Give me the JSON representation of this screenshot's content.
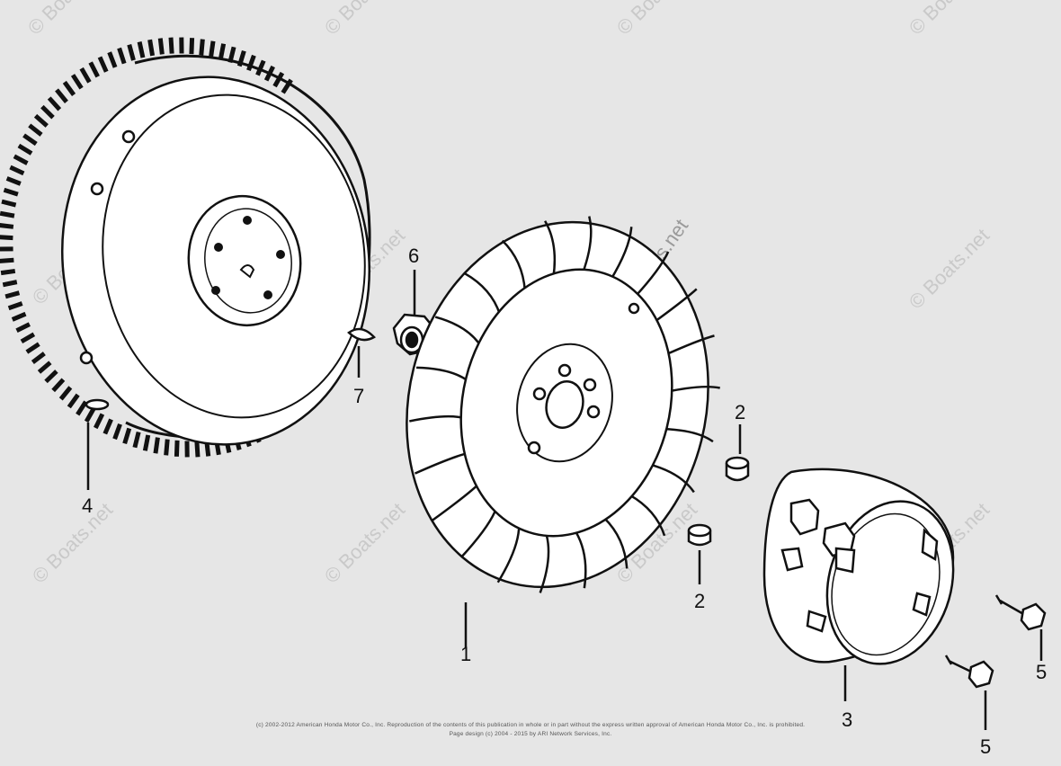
{
  "watermark": {
    "text": "© Boats.net"
  },
  "callouts": {
    "fan": "1",
    "collar_upper": "2",
    "collar_lower": "2",
    "pulley": "3",
    "flywheel": "4",
    "bolt_upper": "5",
    "bolt_lower": "5",
    "nut": "6",
    "key": "7"
  },
  "footer": {
    "line1": "(c) 2002-2012 American Honda Motor Co., Inc. Reproduction of the contents of this publication in whole or in part without the express written approval of American Honda Motor Co., Inc. is prohibited.",
    "line2": "Page design (c) 2004 - 2015 by ARI Network Services, Inc."
  },
  "colors": {
    "background": "#e6e6e6",
    "line": "#111111",
    "part_fill": "#ffffff"
  }
}
